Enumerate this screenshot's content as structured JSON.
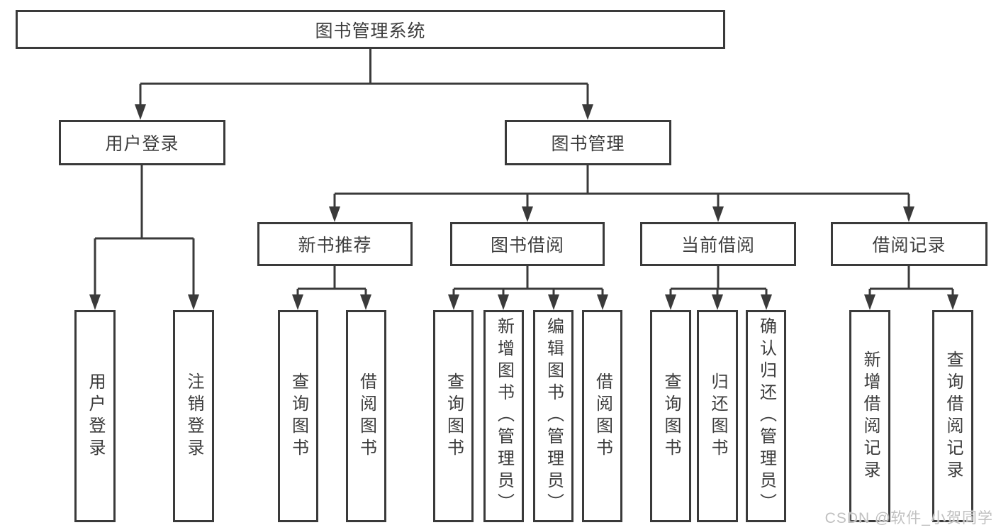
{
  "diagram": {
    "title": "图书管理系统",
    "level2": [
      {
        "label": "用户登录"
      },
      {
        "label": "图书管理"
      }
    ],
    "level3": [
      {
        "label": "新书推荐",
        "parent": "图书管理"
      },
      {
        "label": "图书借阅",
        "parent": "图书管理"
      },
      {
        "label": "当前借阅",
        "parent": "图书管理"
      },
      {
        "label": "借阅记录",
        "parent": "图书管理"
      }
    ],
    "leaves": [
      {
        "label": "用户登录",
        "parent": "用户登录"
      },
      {
        "label": "注销登录",
        "parent": "用户登录"
      },
      {
        "label": "查询图书",
        "parent": "新书推荐"
      },
      {
        "label": "借阅图书",
        "parent": "新书推荐"
      },
      {
        "label": "查询图书",
        "parent": "图书借阅"
      },
      {
        "label": "新增图书（管理员）",
        "parent": "图书借阅"
      },
      {
        "label": "编辑图书（管理员）",
        "parent": "图书借阅"
      },
      {
        "label": "借阅图书",
        "parent": "图书借阅"
      },
      {
        "label": "查询图书",
        "parent": "当前借阅"
      },
      {
        "label": "归还图书",
        "parent": "当前借阅"
      },
      {
        "label": "确认归还（管理员）",
        "parent": "当前借阅"
      },
      {
        "label": "新增借阅记录",
        "parent": "借阅记录"
      },
      {
        "label": "查询借阅记录",
        "parent": "借阅记录"
      }
    ],
    "watermark": "CSDN @软件_小贺同学",
    "colors": {
      "line": "#3a3a3a",
      "box_fill": "#ffffff",
      "text": "#3c3c3c",
      "watermark": "#c0c0c0",
      "background": "#ffffff"
    }
  }
}
